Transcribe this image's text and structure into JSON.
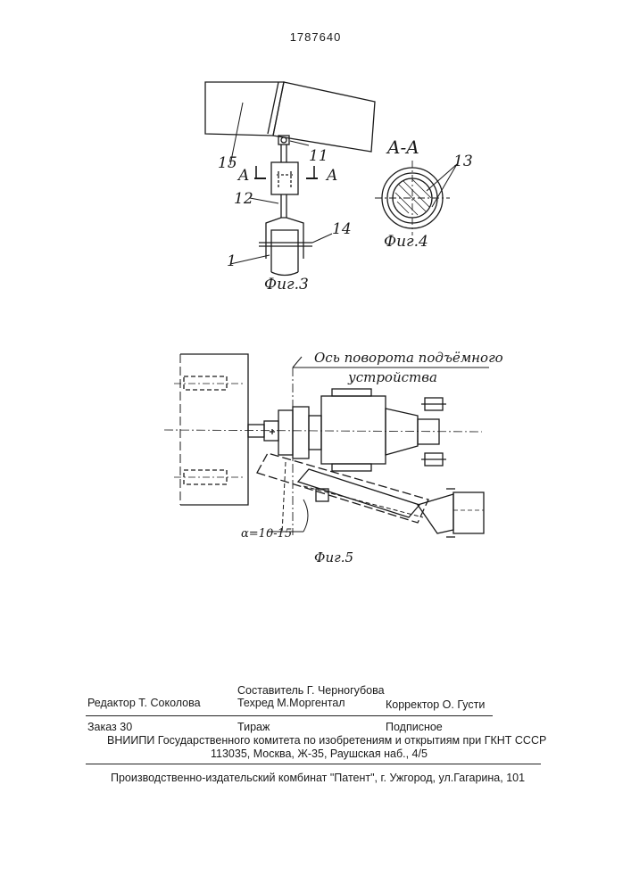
{
  "patent_number": "1787640",
  "figures": {
    "fig3": {
      "caption": "Фиг.3",
      "labels": [
        "15",
        "11",
        "12",
        "14",
        "1",
        "A",
        "A"
      ]
    },
    "fig4": {
      "section": "A-A",
      "caption": "Фиг.4",
      "label": "13"
    },
    "fig5": {
      "caption": "Фиг.5",
      "axis_note_line1": "Ось поворота подъёмного",
      "axis_note_line2": "устройства",
      "angle": "α=10-15"
    }
  },
  "footer": {
    "editor": "Редактор  Т. Соколова",
    "compiler": "Составитель Г. Черногубова",
    "techred": "Техред М.Моргентал",
    "corrector": "Корректор  О. Густи",
    "order": "Заказ  30",
    "circulation": "Тираж",
    "subscription": "Подписное",
    "vniipi": "ВНИИПИ Государственного комитета по изобретениям и открытиям при ГКНТ СССР",
    "address": "113035, Москва, Ж-35, Раушская наб., 4/5",
    "publisher": "Производственно-издательский комбинат \"Патент\", г. Ужгород, ул.Гагарина, 101"
  }
}
